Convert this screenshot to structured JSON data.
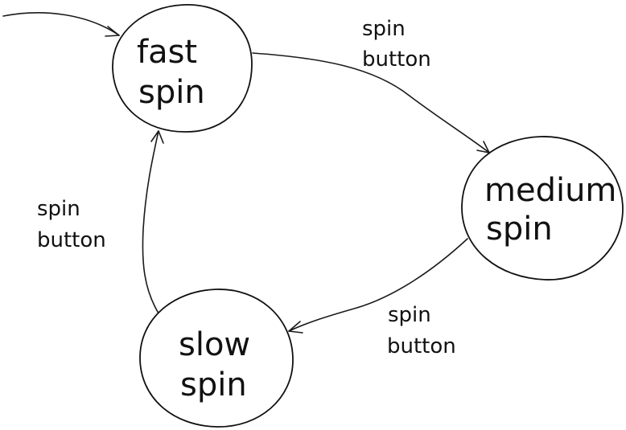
{
  "diagram": {
    "states": [
      {
        "id": "fast",
        "line1": "fast",
        "line2": "spin"
      },
      {
        "id": "medium",
        "line1": "medium",
        "line2": "spin"
      },
      {
        "id": "slow",
        "line1": "slow",
        "line2": "spin"
      }
    ],
    "transitions": [
      {
        "from": "fast",
        "to": "medium",
        "line1": "spin",
        "line2": "button"
      },
      {
        "from": "medium",
        "to": "slow",
        "line1": "spin",
        "line2": "button"
      },
      {
        "from": "slow",
        "to": "fast",
        "line1": "spin",
        "line2": "button"
      }
    ],
    "initial_state": "fast",
    "colors": {
      "ink": "#111111",
      "background": "#ffffff"
    }
  }
}
